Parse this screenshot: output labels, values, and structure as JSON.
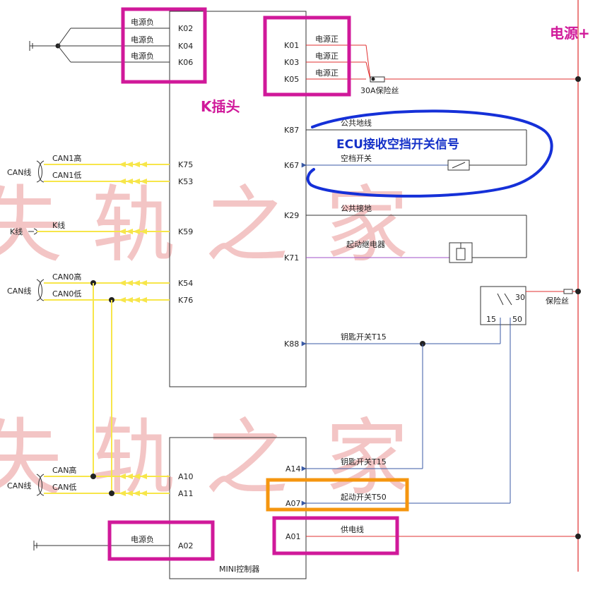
{
  "watermark": {
    "c1": "失",
    "c2": "轨",
    "c3": "之",
    "c4": "家"
  },
  "labels": {
    "power_plus": "电源+",
    "k_plug": "K插头",
    "ecu_signal": "ECU接收空挡开关信号",
    "mini_controller": "MINI控制器"
  },
  "k_pins_left": {
    "k02": "K02",
    "k04": "K04",
    "k06": "K06",
    "k75": "K75",
    "k53": "K53",
    "k59": "K59",
    "k54": "K54",
    "k76": "K76"
  },
  "k_pins_right": {
    "k01": "K01",
    "k03": "K03",
    "k05": "K05",
    "k87": "K87",
    "k67": "K67",
    "k29": "K29",
    "k71": "K71",
    "k88": "K88"
  },
  "mini_pins": {
    "a10": "A10",
    "a11": "A11",
    "a02": "A02",
    "a14": "A14",
    "a07": "A07",
    "a01": "A01"
  },
  "wires": {
    "neg1": "电源负",
    "neg2": "电源负",
    "neg3": "电源负",
    "pos1": "电源正",
    "pos2": "电源正",
    "pos3": "电源正",
    "fuse30a": "30A保险丝",
    "common_ground_wire": "公共地线",
    "neutral_switch": "空档开关",
    "common_ground": "公共接地",
    "start_relay": "起动继电器",
    "key_t15": "钥匙开关T15",
    "key_t15_mini": "钥匙开关T15",
    "start_t50": "起动开关T50",
    "supply": "供电线",
    "mini_neg": "电源负",
    "fuse": "保险丝",
    "relay_30": "30",
    "relay_15": "15",
    "relay_50": "50"
  },
  "can": {
    "can1_line": "CAN线",
    "can1_high": "CAN1高",
    "can1_low": "CAN1低",
    "k_line": "K线",
    "k_wire": "K线",
    "can0_line": "CAN线",
    "can0_high": "CAN0高",
    "can0_low": "CAN0低",
    "mini_can_line": "CAN线",
    "mini_can_high": "CAN高",
    "mini_can_low": "CAN低"
  },
  "colors": {
    "magenta": "#d0199a",
    "orange": "#f5960f",
    "blue_wire": "#3a5aa5",
    "red_wire": "#e03030",
    "yellow_wire": "#f7e64a",
    "scribble": "#1530d8"
  }
}
